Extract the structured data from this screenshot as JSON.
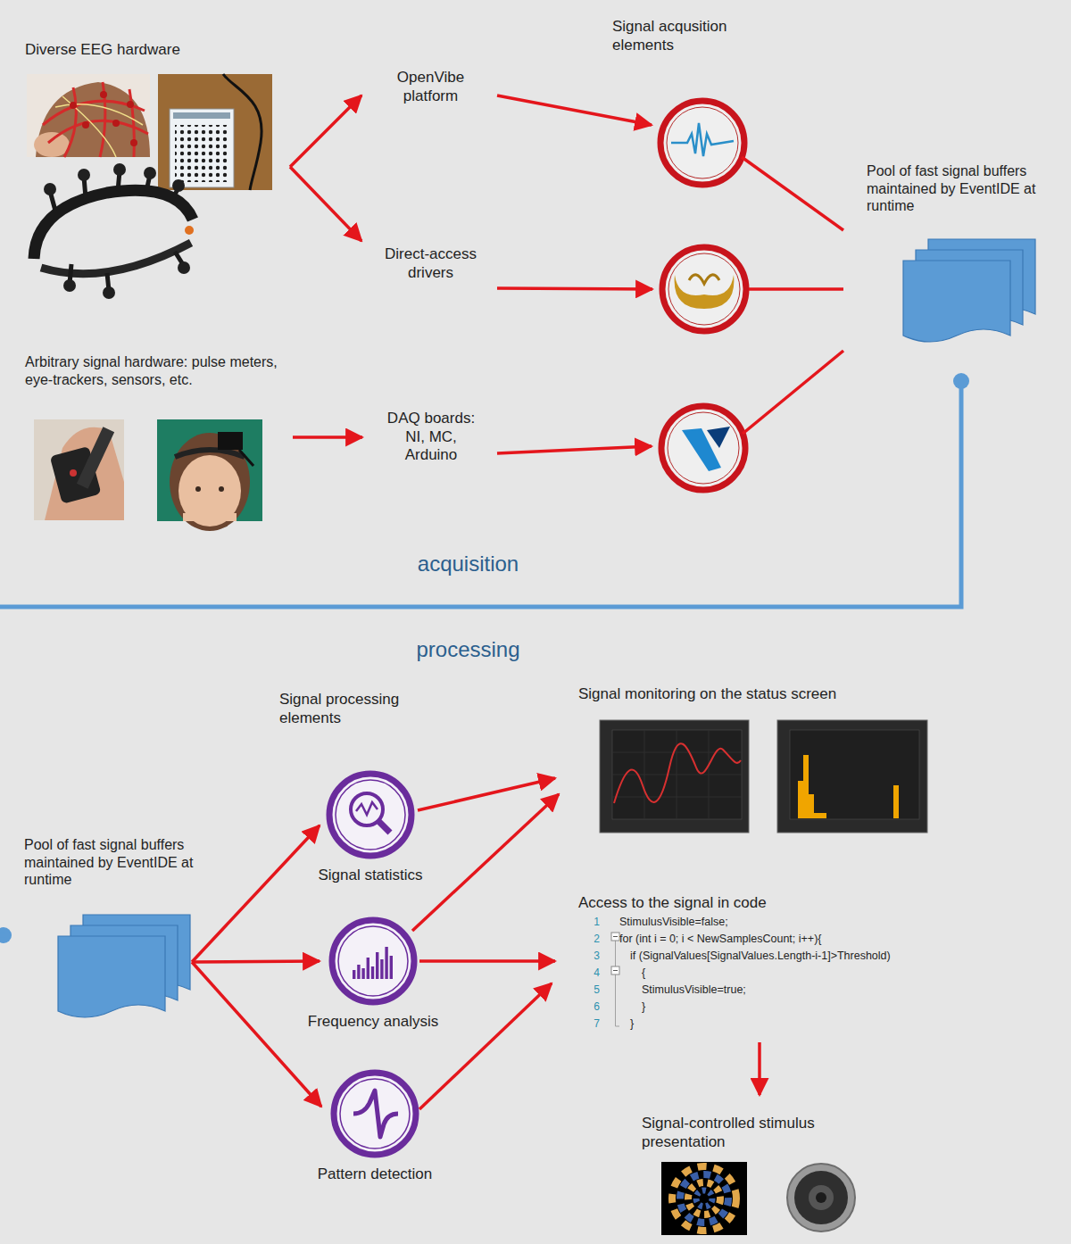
{
  "diagram": {
    "nodes": [
      {
        "text": [
          "Diverse EEG hardware"
        ]
      },
      {
        "text": [
          "OpenVibe platform"
        ]
      },
      {
        "text": [
          "Direct-access drivers"
        ]
      },
      {
        "text": [
          "Signal acqusition elements"
        ]
      },
      {
        "text": [
          "Pool of fast signal buffers maintained by EventIDE at runtime"
        ]
      },
      {
        "text": [
          "Arbitrary signal hardware: pulse meters, eye-trackers, sensors, etc."
        ]
      },
      {
        "text": [
          "DAQ boards: NI, MC, Arduino"
        ]
      },
      {
        "text": [
          "acquisition"
        ]
      },
      {
        "text": [
          "processing"
        ]
      },
      {
        "text": [
          "Pool of fast signal buffers maintained by EventIDE at runtime"
        ]
      },
      {
        "text": [
          "Signal processing elements"
        ]
      },
      {
        "text": [
          "Signal statistics"
        ],
        "in": 10
      },
      {
        "text": [
          "Frequency analysis"
        ],
        "in": 10
      },
      {
        "text": [
          "Pattern detection"
        ],
        "in": 10
      },
      {
        "text": [
          "Signal monitoring on the status screen"
        ]
      },
      {
        "text": [
          "Access to the signal in code"
        ]
      },
      {
        "text": [
          "StimulusVisible=false;",
          "for (int i = 0; i < NewSamplesCount; i++){",
          "if (SignalValues[SignalValues.Length-i-1]>Threshold)",
          "{",
          "StimulusVisible=true;",
          "}",
          "}"
        ],
        "in": 15
      },
      {
        "text": [
          "Signal-controlled stimulus presentation"
        ]
      }
    ],
    "edges": [
      {
        "from": 0,
        "to": 1,
        "arrow": "to"
      },
      {
        "from": 0,
        "to": 2,
        "arrow": "to"
      },
      {
        "from": 1,
        "to": 3,
        "arrow": "to"
      },
      {
        "from": 2,
        "to": 3,
        "arrow": "to"
      },
      {
        "from": 5,
        "to": 6,
        "arrow": "to"
      },
      {
        "from": 6,
        "to": 3,
        "arrow": "to"
      },
      {
        "from": 3,
        "to": 4,
        "arrow": "none"
      },
      {
        "from": 3,
        "to": 4,
        "arrow": "none"
      },
      {
        "from": 3,
        "to": 4,
        "arrow": "none"
      },
      {
        "from": 4,
        "to": 9,
        "arrow": "none"
      },
      {
        "from": 9,
        "to": 11,
        "arrow": "to"
      },
      {
        "from": 9,
        "to": 12,
        "arrow": "to"
      },
      {
        "from": 9,
        "to": 13,
        "arrow": "to"
      },
      {
        "from": 11,
        "to": 14,
        "arrow": "to"
      },
      {
        "from": 12,
        "to": 14,
        "arrow": "to"
      },
      {
        "from": 12,
        "to": 15,
        "arrow": "to"
      },
      {
        "from": 13,
        "to": 15,
        "arrow": "to"
      },
      {
        "from": 15,
        "to": 17,
        "arrow": "to"
      }
    ],
    "labels": [
      "1",
      "2",
      "3",
      "4",
      "5",
      "6",
      "7"
    ]
  }
}
